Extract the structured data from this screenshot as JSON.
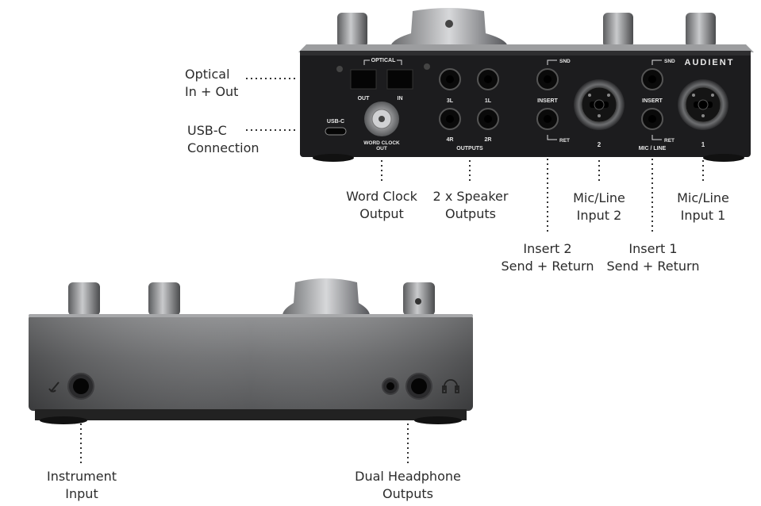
{
  "rear_panel": {
    "brand": "AUDIENT",
    "optical_header": "OPTICAL",
    "optical_out": "OUT",
    "optical_in": "IN",
    "usb_label": "USB-C",
    "word_clock_line1": "WORD CLOCK",
    "word_clock_line2": "OUT",
    "out_3l": "3L",
    "out_1l": "1L",
    "out_4r": "4R",
    "out_2r": "2R",
    "outputs_label": "OUTPUTS",
    "snd_2": "SND",
    "insert_2": "INSERT",
    "ret_2": "RET",
    "snd_1": "SND",
    "insert_1": "INSERT",
    "ret_1": "RET",
    "input_2_num": "2",
    "input_1_num": "1",
    "mic_line_label": "MIC / LINE"
  },
  "callouts": {
    "optical_l1": "Optical",
    "optical_l2": "In + Out",
    "usb_l1": "USB-C",
    "usb_l2": "Connection",
    "wordclock_l1": "Word Clock",
    "wordclock_l2": "Output",
    "speaker_l1": "2 x Speaker",
    "speaker_l2": "Outputs",
    "mic2_l1": "Mic/Line",
    "mic2_l2": "Input 2",
    "mic1_l1": "Mic/Line",
    "mic1_l2": "Input 1",
    "insert2_l1": "Insert 2",
    "insert2_l2": "Send + Return",
    "insert1_l1": "Insert 1",
    "insert1_l2": "Send + Return",
    "instrument_l1": "Instrument",
    "instrument_l2": "Input",
    "headphone_l1": "Dual Headphone",
    "headphone_l2": "Outputs"
  },
  "colors": {
    "panel": "#1c1c1e",
    "chassis_top": "#8a8b8d",
    "chassis_front": "#5a5b5d",
    "label_text": "#2b2b2b",
    "leader": "#333333"
  }
}
